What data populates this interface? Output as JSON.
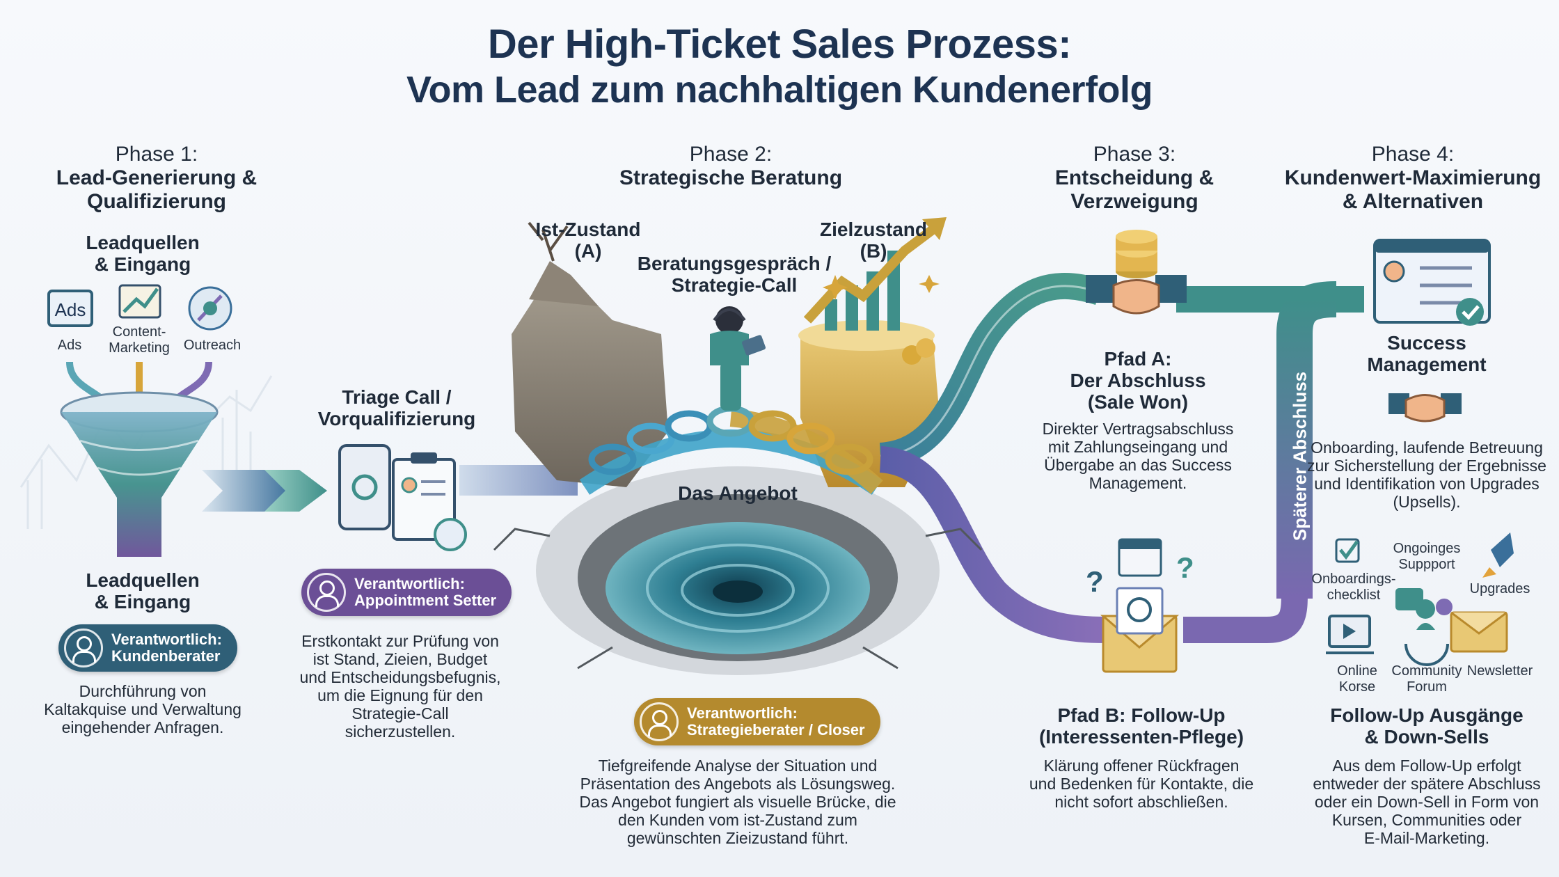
{
  "title": {
    "line1": "Der High-Ticket Sales Prozess:",
    "line2": "Vom Lead zum nachhaltigen Kundenerfolg"
  },
  "phase1": {
    "number": "Phase 1:",
    "heading_line1": "Lead-Generierung &",
    "heading_line2": "Qualifizierung",
    "sources_title_line1": "Leadquellen",
    "sources_title_line2": "& Eingang",
    "icon_labels": {
      "ads_box": "Ads",
      "ads": "Ads",
      "content_line1": "Content-",
      "content_line2": "Marketing",
      "outreach": "Outreach"
    },
    "bottom_title_line1": "Leadquellen",
    "bottom_title_line2": "& Eingang",
    "badge_line1": "Verantwortlich:",
    "badge_line2": "Kundenberater",
    "desc_line1": "Durchführung von",
    "desc_line2": "Kaltakquise und Verwaltung",
    "desc_line3": "eingehender Anfragen."
  },
  "triage": {
    "title_line1": "Triage Call /",
    "title_line2": "Vorqualifizierung",
    "badge_line1": "Verantwortlich:",
    "badge_line2": "Appointment Setter",
    "desc_line1": "Erstkontakt zur Prüfung von",
    "desc_line2": "ist Stand, Zieien, Budget",
    "desc_line3": "und Entscheidungsbefugnis,",
    "desc_line4": "um die Eignung für den",
    "desc_line5": "Strategie-Call",
    "desc_line6": "sicherzustellen."
  },
  "phase2": {
    "number": "Phase 2:",
    "heading": "Strategische Beratung",
    "ist_line1": "Ist-Zustand",
    "ist_line2": "(A)",
    "ziel_line1": "Zielzustand",
    "ziel_line2": "(B)",
    "call_line1": "Beratungsgespräch /",
    "call_line2": "Strategie-Call",
    "offer": "Das Angebot",
    "badge_line1": "Verantwortlich:",
    "badge_line2": "Strategieberater / Closer",
    "desc_line1": "Tiefgreifende Analyse der Situation und",
    "desc_line2": "Präsentation des Angebots als Lösungsweg.",
    "desc_line3": "Das Angebot fungiert als visuelle Brücke, die",
    "desc_line4": "den Kunden vom ist-Zustand zum",
    "desc_line5": "gewünschten Zieizustand führt."
  },
  "phase3": {
    "number": "Phase 3:",
    "heading_line1": "Entscheidung &",
    "heading_line2": "Verzweigung",
    "pathA_line1": "Pfad A:",
    "pathA_line2": "Der Abschluss",
    "pathA_line3": "(Sale Won)",
    "pathA_desc_line1": "Direkter Vertragsabschluss",
    "pathA_desc_line2": "mit Zahlungseingang und",
    "pathA_desc_line3": "Übergabe an das Success",
    "pathA_desc_line4": "Management.",
    "later_close": "Späterer Abschluss",
    "pathB_line1": "Pfad B: Follow-Up",
    "pathB_line2": "(Interessenten-Pflege)",
    "pathB_desc_line1": "Klärung offener Rückfragen",
    "pathB_desc_line2": "und Bedenken für Kontakte, die",
    "pathB_desc_line3": "nicht sofort abschließen."
  },
  "phase4": {
    "number": "Phase 4:",
    "heading_line1": "Kundenwert-Maximierung",
    "heading_line2": "& Alternativen",
    "success_line1": "Success",
    "success_line2": "Management",
    "success_desc_line1": "Onboarding, laufende Betreuung",
    "success_desc_line2": "zur Sicherstellung der Ergebnisse",
    "success_desc_line3": "und Identifikation von Upgrades",
    "success_desc_line4": "(Upsells).",
    "icons": {
      "onboarding_line1": "Onboardings-",
      "onboarding_line2": "checklist",
      "support_line1": "Ongoinges",
      "support_line2": "Suppport",
      "upgrades": "Upgrades",
      "online_line1": "Online",
      "online_line2": "Korse",
      "community_line1": "Community",
      "community_line2": "Forum",
      "newsletter": "Newsletter"
    },
    "followup_title_line1": "Follow-Up Ausgänge",
    "followup_title_line2": "& Down-Sells",
    "followup_desc_line1": "Aus dem Follow-Up erfolgt",
    "followup_desc_line2": "entweder der spätere Abschluss",
    "followup_desc_line3": "oder ein Down-Sell in Form von",
    "followup_desc_line4": "Kursen, Communities oder",
    "followup_desc_line5": "E-Mail-Marketing."
  },
  "colors": {
    "navy": "#1d3352",
    "teal": "#3f8f8a",
    "purple": "#6a4f97",
    "gold": "#b5892b",
    "badge_teal": "#2f5f77",
    "badge_purple": "#6b4f96",
    "badge_gold": "#b48a2e"
  }
}
